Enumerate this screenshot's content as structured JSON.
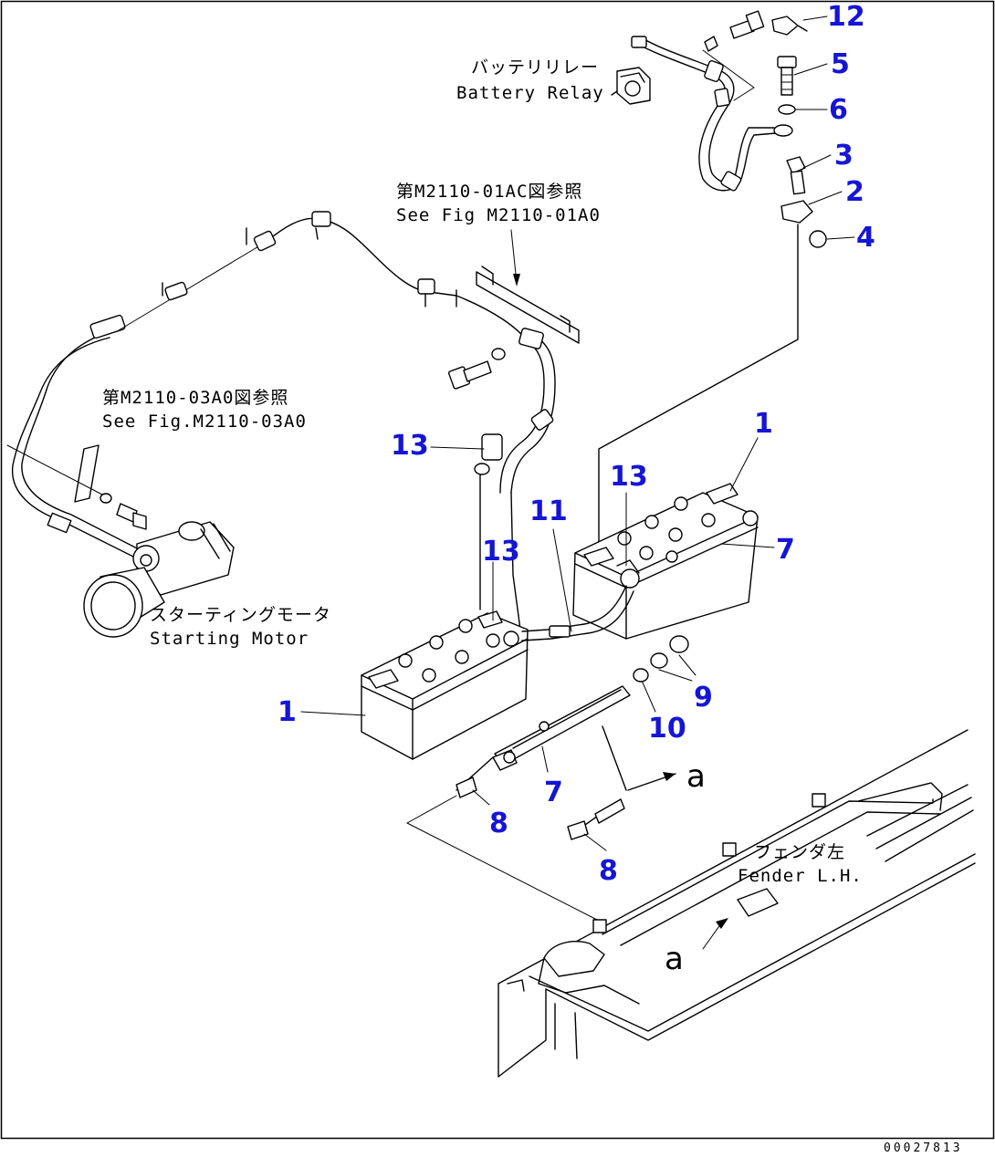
{
  "callouts": {
    "c12": "12",
    "c5": "5",
    "c6": "6",
    "c3": "3",
    "c2": "2",
    "c4": "4",
    "c1_top": "1",
    "c13_upper": "13",
    "c13_mid": "13",
    "c13_lower": "13",
    "c11": "11",
    "c7_top": "7",
    "c1_left": "1",
    "c9": "9",
    "c10": "10",
    "c7_bottom": "7",
    "c8_left": "8",
    "c8_right": "8"
  },
  "labels": {
    "battery_relay_jp": "バッテリリレー",
    "battery_relay_en": "Battery Relay",
    "ref_01ac_jp": "第M2110-01AC図参照",
    "ref_01ac_en": "See Fig M2110-01A0",
    "ref_03a0_jp": "第M2110-03A0図参照",
    "ref_03a0_en": "See Fig.M2110-03A0",
    "starting_motor_jp": "スターティングモータ",
    "starting_motor_en": "Starting Motor",
    "fender_jp": "フェンダ左",
    "fender_en": "Fender L.H.",
    "view_a_top": "a",
    "view_a_bottom": "a",
    "drawing_code": "00027813"
  }
}
